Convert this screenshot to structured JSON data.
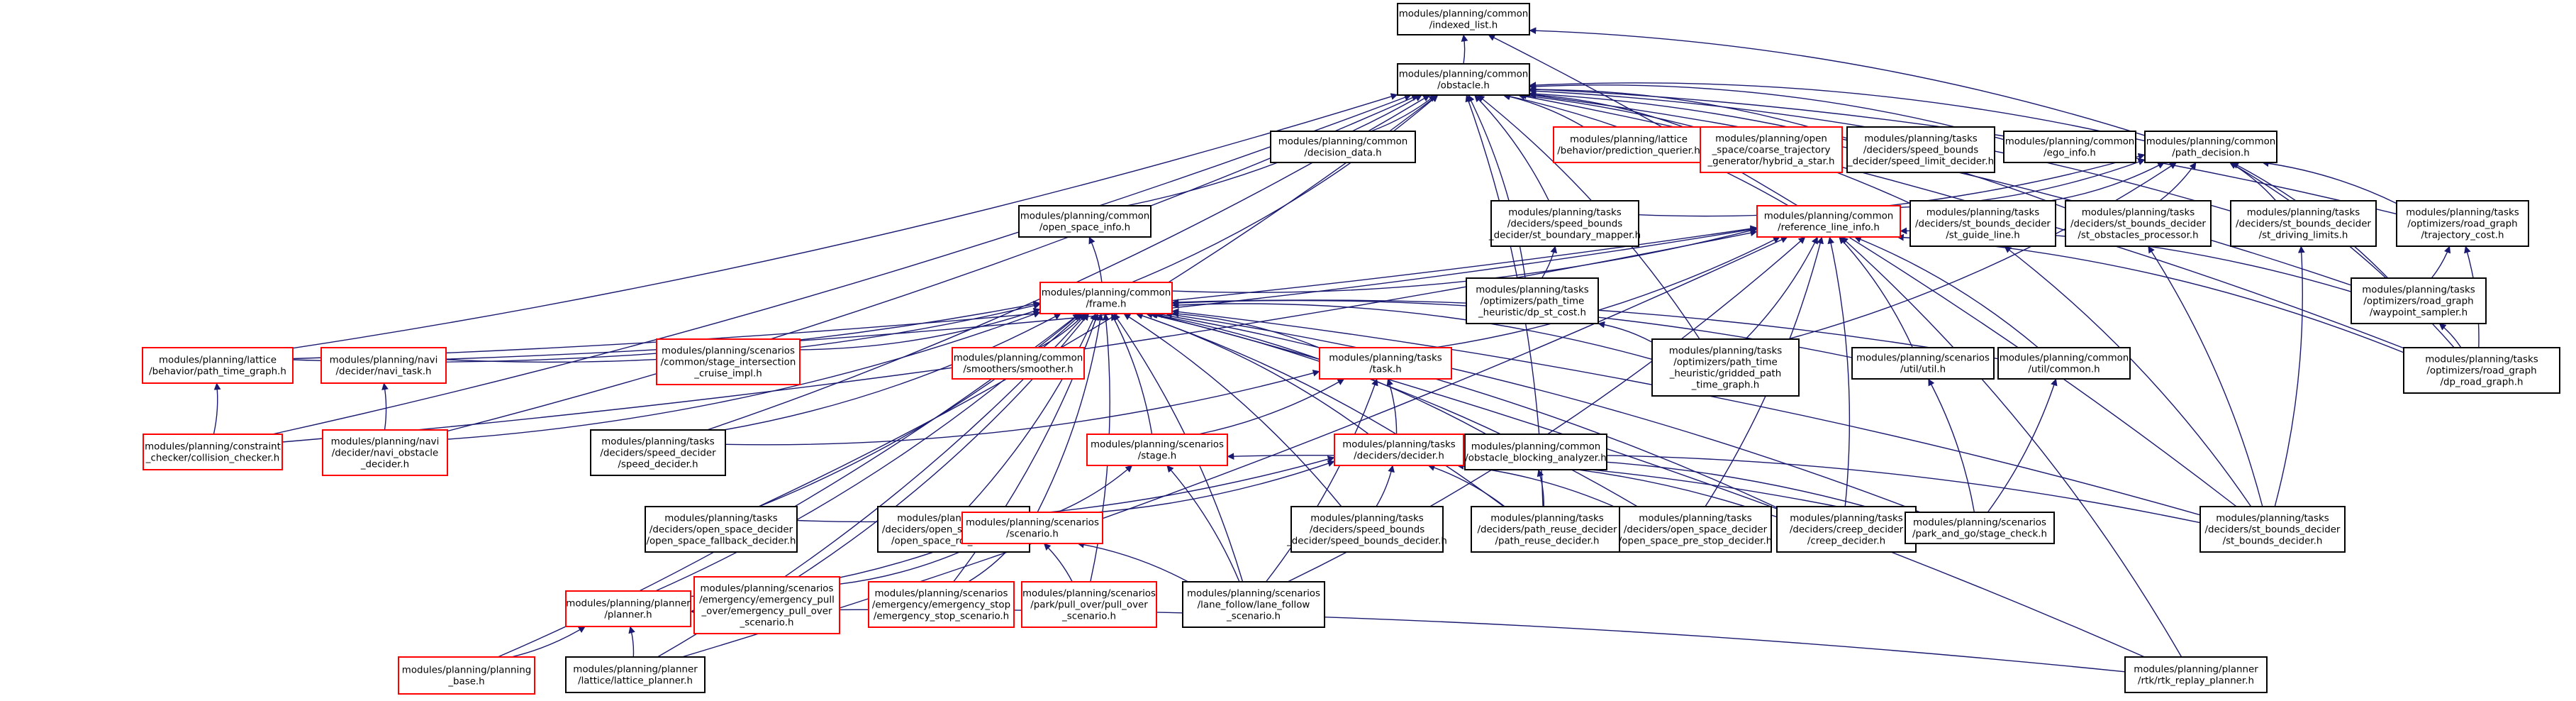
{
  "colors": {
    "edge": "#191970",
    "border_default": "#000000",
    "border_red": "#ff0000",
    "focus_fill": "#bfbfbf",
    "text": "#000000"
  },
  "nodes": {
    "indexed_list": {
      "lines": [
        "modules/planning/common",
        "/indexed_list.h"
      ],
      "style": "focus"
    },
    "obstacle": {
      "lines": [
        "modules/planning/common",
        "/obstacle.h"
      ],
      "style": "black"
    },
    "decision_data": {
      "lines": [
        "modules/planning/common",
        "/decision_data.h"
      ],
      "style": "black"
    },
    "prediction_querier": {
      "lines": [
        "modules/planning/lattice",
        "/behavior/prediction_querier.h"
      ],
      "style": "red"
    },
    "hybrid_a_star": {
      "lines": [
        "modules/planning/open",
        "_space/coarse_trajectory",
        "_generator/hybrid_a_star.h"
      ],
      "style": "red"
    },
    "speed_limit_decider": {
      "lines": [
        "modules/planning/tasks",
        "/deciders/speed_bounds",
        "_decider/speed_limit_decider.h"
      ],
      "style": "black"
    },
    "ego_info": {
      "lines": [
        "modules/planning/common",
        "/ego_info.h"
      ],
      "style": "black"
    },
    "path_decision": {
      "lines": [
        "modules/planning/common",
        "/path_decision.h"
      ],
      "style": "black"
    },
    "open_space_info": {
      "lines": [
        "modules/planning/common",
        "/open_space_info.h"
      ],
      "style": "black"
    },
    "st_boundary_mapper": {
      "lines": [
        "modules/planning/tasks",
        "/deciders/speed_bounds",
        "_decider/st_boundary_mapper.h"
      ],
      "style": "black"
    },
    "reference_line_info": {
      "lines": [
        "modules/planning/common",
        "/reference_line_info.h"
      ],
      "style": "red"
    },
    "st_guide_line": {
      "lines": [
        "modules/planning/tasks",
        "/deciders/st_bounds_decider",
        "/st_guide_line.h"
      ],
      "style": "black"
    },
    "st_obstacles_processor": {
      "lines": [
        "modules/planning/tasks",
        "/deciders/st_bounds_decider",
        "/st_obstacles_processor.h"
      ],
      "style": "black"
    },
    "st_driving_limits": {
      "lines": [
        "modules/planning/tasks",
        "/deciders/st_bounds_decider",
        "/st_driving_limits.h"
      ],
      "style": "black"
    },
    "trajectory_cost": {
      "lines": [
        "modules/planning/tasks",
        "/optimizers/road_graph",
        "/trajectory_cost.h"
      ],
      "style": "black"
    },
    "frame": {
      "lines": [
        "modules/planning/common",
        "/frame.h"
      ],
      "style": "red"
    },
    "dp_st_cost": {
      "lines": [
        "modules/planning/tasks",
        "/optimizers/path_time",
        "_heuristic/dp_st_cost.h"
      ],
      "style": "black"
    },
    "waypoint_sampler": {
      "lines": [
        "modules/planning/tasks",
        "/optimizers/road_graph",
        "/waypoint_sampler.h"
      ],
      "style": "black"
    },
    "path_time_graph": {
      "lines": [
        "modules/planning/lattice",
        "/behavior/path_time_graph.h"
      ],
      "style": "red"
    },
    "navi_task": {
      "lines": [
        "modules/planning/navi",
        "/decider/navi_task.h"
      ],
      "style": "red"
    },
    "stage_intersection": {
      "lines": [
        "modules/planning/scenarios",
        "/common/stage_intersection",
        "_cruise_impl.h"
      ],
      "style": "red"
    },
    "smoother": {
      "lines": [
        "modules/planning/common",
        "/smoothers/smoother.h"
      ],
      "style": "red"
    },
    "task": {
      "lines": [
        "modules/planning/tasks",
        "/task.h"
      ],
      "style": "red"
    },
    "gridded_path_time_graph": {
      "lines": [
        "modules/planning/tasks",
        "/optimizers/path_time",
        "_heuristic/gridded_path",
        "_time_graph.h"
      ],
      "style": "black"
    },
    "util_util": {
      "lines": [
        "modules/planning/scenarios",
        "/util/util.h"
      ],
      "style": "black"
    },
    "util_common": {
      "lines": [
        "modules/planning/common",
        "/util/common.h"
      ],
      "style": "black"
    },
    "dp_road_graph": {
      "lines": [
        "modules/planning/tasks",
        "/optimizers/road_graph",
        "/dp_road_graph.h"
      ],
      "style": "black"
    },
    "collision_checker": {
      "lines": [
        "modules/planning/constraint",
        "_checker/collision_checker.h"
      ],
      "style": "red"
    },
    "navi_obstacle_decider": {
      "lines": [
        "modules/planning/navi",
        "/decider/navi_obstacle",
        "_decider.h"
      ],
      "style": "red"
    },
    "speed_decider": {
      "lines": [
        "modules/planning/tasks",
        "/deciders/speed_decider",
        "/speed_decider.h"
      ],
      "style": "black"
    },
    "stage": {
      "lines": [
        "modules/planning/scenarios",
        "/stage.h"
      ],
      "style": "red"
    },
    "decider": {
      "lines": [
        "modules/planning/tasks",
        "/deciders/decider.h"
      ],
      "style": "red"
    },
    "obstacle_blocking_analyzer": {
      "lines": [
        "modules/planning/common",
        "/obstacle_blocking_analyzer.h"
      ],
      "style": "black"
    },
    "open_space_fallback_decider": {
      "lines": [
        "modules/planning/tasks",
        "/deciders/open_space_decider",
        "/open_space_fallback_decider.h"
      ],
      "style": "black"
    },
    "open_space_roi_decider": {
      "lines": [
        "modules/planning/tasks",
        "/deciders/open_space_decider",
        "/open_space_roi_decider.h"
      ],
      "style": "black"
    },
    "scenario": {
      "lines": [
        "modules/planning/scenarios",
        "/scenario.h"
      ],
      "style": "red"
    },
    "speed_bounds_decider": {
      "lines": [
        "modules/planning/tasks",
        "/deciders/speed_bounds",
        "_decider/speed_bounds_decider.h"
      ],
      "style": "black"
    },
    "path_reuse_decider": {
      "lines": [
        "modules/planning/tasks",
        "/deciders/path_reuse_decider",
        "/path_reuse_decider.h"
      ],
      "style": "black"
    },
    "open_space_pre_stop_decider": {
      "lines": [
        "modules/planning/tasks",
        "/deciders/open_space_decider",
        "/open_space_pre_stop_decider.h"
      ],
      "style": "black"
    },
    "creep_decider": {
      "lines": [
        "modules/planning/tasks",
        "/deciders/creep_decider",
        "/creep_decider.h"
      ],
      "style": "black"
    },
    "stage_check": {
      "lines": [
        "modules/planning/scenarios",
        "/park_and_go/stage_check.h"
      ],
      "style": "black"
    },
    "st_bounds_decider": {
      "lines": [
        "modules/planning/tasks",
        "/deciders/st_bounds_decider",
        "/st_bounds_decider.h"
      ],
      "style": "black"
    },
    "planner": {
      "lines": [
        "modules/planning/planner",
        "/planner.h"
      ],
      "style": "red"
    },
    "emergency_pull_over": {
      "lines": [
        "modules/planning/scenarios",
        "/emergency/emergency_pull",
        "_over/emergency_pull_over",
        "_scenario.h"
      ],
      "style": "red"
    },
    "emergency_stop": {
      "lines": [
        "modules/planning/scenarios",
        "/emergency/emergency_stop",
        "/emergency_stop_scenario.h"
      ],
      "style": "red"
    },
    "pull_over": {
      "lines": [
        "modules/planning/scenarios",
        "/park/pull_over/pull_over",
        "_scenario.h"
      ],
      "style": "red"
    },
    "lane_follow": {
      "lines": [
        "modules/planning/scenarios",
        "/lane_follow/lane_follow",
        "_scenario.h"
      ],
      "style": "black"
    },
    "planning_base": {
      "lines": [
        "modules/planning/planning",
        "_base.h"
      ],
      "style": "red"
    },
    "lattice_planner": {
      "lines": [
        "modules/planning/planner",
        "/lattice/lattice_planner.h"
      ],
      "style": "black"
    },
    "rtk_replay_planner": {
      "lines": [
        "modules/planning/planner",
        "/rtk/rtk_replay_planner.h"
      ],
      "style": "black"
    }
  },
  "edges": [
    [
      "obstacle",
      "indexed_list"
    ],
    [
      "path_decision",
      "indexed_list"
    ],
    [
      "st_bounds_decider",
      "indexed_list"
    ],
    [
      "decision_data",
      "obstacle"
    ],
    [
      "prediction_querier",
      "obstacle"
    ],
    [
      "hybrid_a_star",
      "obstacle"
    ],
    [
      "speed_limit_decider",
      "obstacle"
    ],
    [
      "ego_info",
      "obstacle"
    ],
    [
      "path_decision",
      "obstacle"
    ],
    [
      "open_space_info",
      "obstacle"
    ],
    [
      "st_boundary_mapper",
      "obstacle"
    ],
    [
      "reference_line_info",
      "obstacle"
    ],
    [
      "st_guide_line",
      "obstacle"
    ],
    [
      "st_obstacles_processor",
      "obstacle"
    ],
    [
      "st_driving_limits",
      "obstacle"
    ],
    [
      "trajectory_cost",
      "obstacle"
    ],
    [
      "frame",
      "obstacle"
    ],
    [
      "dp_st_cost",
      "obstacle"
    ],
    [
      "waypoint_sampler",
      "obstacle"
    ],
    [
      "path_time_graph",
      "obstacle"
    ],
    [
      "collision_checker",
      "obstacle"
    ],
    [
      "navi_obstacle_decider",
      "obstacle"
    ],
    [
      "speed_decider",
      "obstacle"
    ],
    [
      "open_space_fallback_decider",
      "obstacle"
    ],
    [
      "gridded_path_time_graph",
      "obstacle"
    ],
    [
      "path_reuse_decider",
      "obstacle"
    ],
    [
      "dp_road_graph",
      "obstacle"
    ],
    [
      "st_boundary_mapper",
      "path_decision"
    ],
    [
      "reference_line_info",
      "path_decision"
    ],
    [
      "st_guide_line",
      "path_decision"
    ],
    [
      "st_obstacles_processor",
      "path_decision"
    ],
    [
      "st_driving_limits",
      "path_decision"
    ],
    [
      "trajectory_cost",
      "path_decision"
    ],
    [
      "waypoint_sampler",
      "path_decision"
    ],
    [
      "dp_road_graph",
      "path_decision"
    ],
    [
      "gridded_path_time_graph",
      "path_decision"
    ],
    [
      "frame",
      "open_space_info"
    ],
    [
      "dp_st_cost",
      "st_boundary_mapper"
    ],
    [
      "gridded_path_time_graph",
      "dp_st_cost"
    ],
    [
      "frame",
      "reference_line_info"
    ],
    [
      "path_time_graph",
      "reference_line_info"
    ],
    [
      "navi_task",
      "reference_line_info"
    ],
    [
      "task",
      "reference_line_info"
    ],
    [
      "util_util",
      "reference_line_info"
    ],
    [
      "util_common",
      "reference_line_info"
    ],
    [
      "waypoint_sampler",
      "reference_line_info"
    ],
    [
      "dp_road_graph",
      "reference_line_info"
    ],
    [
      "gridded_path_time_graph",
      "reference_line_info"
    ],
    [
      "open_space_pre_stop_decider",
      "reference_line_info"
    ],
    [
      "creep_decider",
      "reference_line_info"
    ],
    [
      "lane_follow",
      "reference_line_info"
    ],
    [
      "lattice_planner",
      "reference_line_info"
    ],
    [
      "rtk_replay_planner",
      "reference_line_info"
    ],
    [
      "collision_checker",
      "reference_line_info"
    ],
    [
      "st_bounds_decider",
      "st_guide_line"
    ],
    [
      "st_bounds_decider",
      "st_obstacles_processor"
    ],
    [
      "st_bounds_decider",
      "st_driving_limits"
    ],
    [
      "waypoint_sampler",
      "trajectory_cost"
    ],
    [
      "dp_road_graph",
      "trajectory_cost"
    ],
    [
      "dp_road_graph",
      "waypoint_sampler"
    ],
    [
      "path_time_graph",
      "frame"
    ],
    [
      "navi_task",
      "frame"
    ],
    [
      "stage_intersection",
      "frame"
    ],
    [
      "smoother",
      "frame"
    ],
    [
      "task",
      "frame"
    ],
    [
      "util_util",
      "frame"
    ],
    [
      "util_common",
      "frame"
    ],
    [
      "gridded_path_time_graph",
      "frame"
    ],
    [
      "navi_obstacle_decider",
      "frame"
    ],
    [
      "speed_decider",
      "frame"
    ],
    [
      "stage",
      "frame"
    ],
    [
      "decider",
      "frame"
    ],
    [
      "obstacle_blocking_analyzer",
      "frame"
    ],
    [
      "open_space_fallback_decider",
      "frame"
    ],
    [
      "open_space_roi_decider",
      "frame"
    ],
    [
      "scenario",
      "frame"
    ],
    [
      "speed_bounds_decider",
      "frame"
    ],
    [
      "path_reuse_decider",
      "frame"
    ],
    [
      "open_space_pre_stop_decider",
      "frame"
    ],
    [
      "creep_decider",
      "frame"
    ],
    [
      "stage_check",
      "frame"
    ],
    [
      "st_bounds_decider",
      "frame"
    ],
    [
      "planner",
      "frame"
    ],
    [
      "emergency_pull_over",
      "frame"
    ],
    [
      "emergency_stop",
      "frame"
    ],
    [
      "pull_over",
      "frame"
    ],
    [
      "lane_follow",
      "frame"
    ],
    [
      "planning_base",
      "frame"
    ],
    [
      "lattice_planner",
      "frame"
    ],
    [
      "rtk_replay_planner",
      "frame"
    ],
    [
      "collision_checker",
      "path_time_graph"
    ],
    [
      "navi_obstacle_decider",
      "navi_task"
    ],
    [
      "stage",
      "task"
    ],
    [
      "decider",
      "task"
    ],
    [
      "speed_decider",
      "task"
    ],
    [
      "lane_follow",
      "task"
    ],
    [
      "stage_check",
      "util_util"
    ],
    [
      "stage_check",
      "util_common"
    ],
    [
      "scenario",
      "stage"
    ],
    [
      "lane_follow",
      "stage"
    ],
    [
      "stage_check",
      "stage"
    ],
    [
      "open_space_fallback_decider",
      "decider"
    ],
    [
      "open_space_roi_decider",
      "decider"
    ],
    [
      "speed_bounds_decider",
      "decider"
    ],
    [
      "path_reuse_decider",
      "decider"
    ],
    [
      "open_space_pre_stop_decider",
      "decider"
    ],
    [
      "creep_decider",
      "decider"
    ],
    [
      "stage_check",
      "decider"
    ],
    [
      "st_bounds_decider",
      "decider"
    ],
    [
      "path_reuse_decider",
      "obstacle_blocking_analyzer"
    ],
    [
      "planner",
      "scenario"
    ],
    [
      "emergency_pull_over",
      "scenario"
    ],
    [
      "emergency_stop",
      "scenario"
    ],
    [
      "pull_over",
      "scenario"
    ],
    [
      "lane_follow",
      "scenario"
    ],
    [
      "planning_base",
      "planner"
    ],
    [
      "lattice_planner",
      "planner"
    ],
    [
      "rtk_replay_planner",
      "planner"
    ]
  ]
}
